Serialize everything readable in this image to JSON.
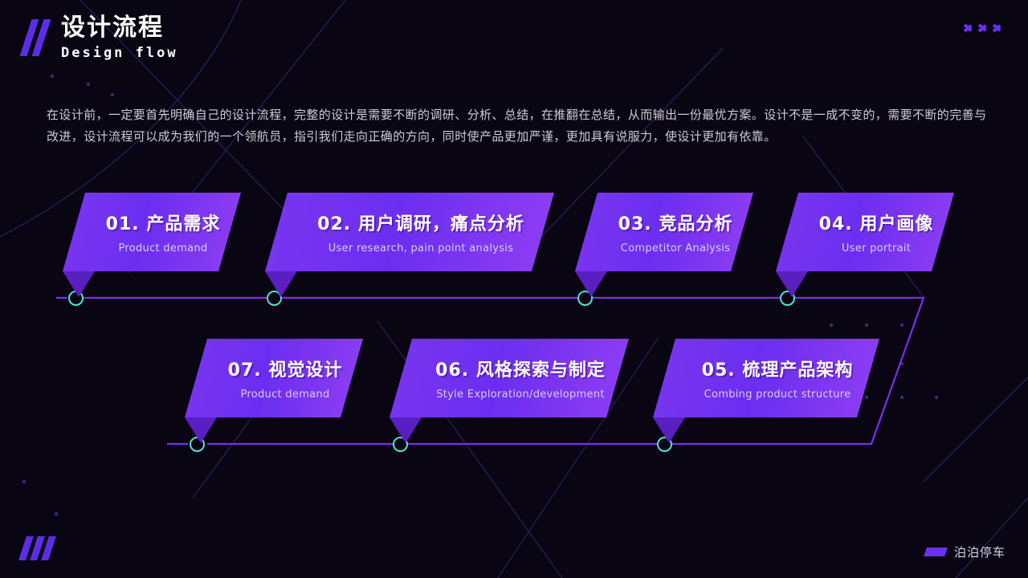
{
  "header": {
    "title_cn": "设计流程",
    "title_en": "Design flow",
    "slash_icon": "double-slash-icon",
    "chevrons_icon": "triple-chevron-right-icon",
    "accent": "#6a30f0"
  },
  "intro": {
    "paragraph": "在设计前，一定要首先明确自己的设计流程，完整的设计是需要不断的调研、分析、总结，在推翻在总结，从而输出一份最优方案。设计不是一成不变的，需要不断的完善与改进，设计流程可以成为我们的一个领航员，指引我们走向正确的方向，同时使产品更加严谨，更加具有说服力，使设计更加有依靠。"
  },
  "flow": {
    "node_color": "#4fe3d8",
    "line_color": "#7a2ef0",
    "rows": [
      {
        "cards": [
          {
            "index": "01.",
            "title_cn": "产品需求",
            "title_en": "Product demand"
          },
          {
            "index": "02.",
            "title_cn": "用户调研，痛点分析",
            "title_en": "User research, pain point analysis"
          },
          {
            "index": "03.",
            "title_cn": "竞品分析",
            "title_en": "Competitor Analysis"
          },
          {
            "index": "04.",
            "title_cn": "用户画像",
            "title_en": "User portrait"
          }
        ]
      },
      {
        "cards": [
          {
            "index": "07.",
            "title_cn": "视觉设计",
            "title_en": "Product demand"
          },
          {
            "index": "06.",
            "title_cn": "风格探索与制定",
            "title_en": "Style Exploration/development"
          },
          {
            "index": "05.",
            "title_cn": "梳理产品架构",
            "title_en": "Combing product structure"
          }
        ]
      }
    ]
  },
  "footer": {
    "mark_icon": "triple-slash-icon",
    "brand_icon": "parallelogram-icon",
    "brand_name": "泊泊停车"
  }
}
